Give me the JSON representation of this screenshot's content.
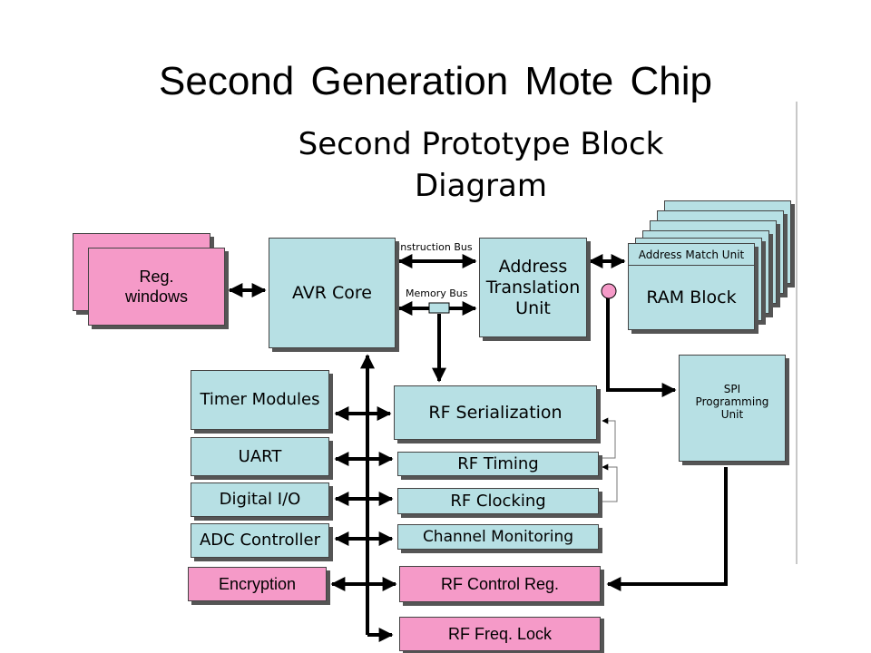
{
  "slide": {
    "title": "Second Generation Mote Chip"
  },
  "diagram": {
    "title": "Second Prototype Block Diagram",
    "colors": {
      "teal": "#b7e0e4",
      "pink": "#f59ac8",
      "wire": "#000000",
      "connector": "#f59ac8"
    },
    "bus_labels": {
      "instruction_bus": "Instruction Bus",
      "memory_bus": "Memory Bus"
    },
    "blocks": {
      "reg_windows": "Reg.\nwindows",
      "avr_core": "AVR Core",
      "address_translation": "Address\nTranslation\nUnit",
      "address_match_unit": "Address Match Unit",
      "ram_block": "RAM Block",
      "spi_programming": "SPI\nProgramming\nUnit",
      "timer_modules": "Timer Modules",
      "uart": "UART",
      "digital_io": "Digital I/O",
      "adc_controller": "ADC Controller",
      "encryption": "Encryption",
      "rf_serialization": "RF Serialization",
      "rf_timing": "RF Timing",
      "rf_clocking": "RF Clocking",
      "channel_monitoring": "Channel Monitoring",
      "rf_control_reg": "RF Control Reg.",
      "rf_freq_lock": "RF Freq. Lock"
    }
  }
}
